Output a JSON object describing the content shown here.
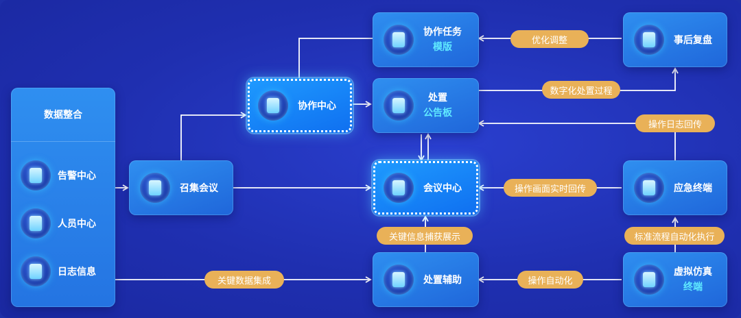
{
  "panel": {
    "title": "数据整合",
    "items": [
      {
        "label": "告警中心",
        "icon": "server-stack-icon"
      },
      {
        "label": "人员中心",
        "icon": "people-icon"
      },
      {
        "label": "日志信息",
        "icon": "server-stack-icon"
      }
    ]
  },
  "nodes": {
    "summon_meeting": {
      "label": "召集会议",
      "icon": "chat-icon"
    },
    "coop_center": {
      "label": "协作中心",
      "icon": "server-stack-icon"
    },
    "coop_template": {
      "line1": "协作任务",
      "line2": "模版",
      "icon": "document-icon"
    },
    "disposal_board": {
      "line1": "处置",
      "line2": "公告板",
      "icon": "board-icon"
    },
    "meeting_center": {
      "label": "会议中心",
      "icon": "people-group-icon"
    },
    "disposal_assist": {
      "label": "处置辅助",
      "icon": "shield-icon"
    },
    "post_review": {
      "label": "事后复盘",
      "icon": "puzzle-icon"
    },
    "emergency_terminal": {
      "label": "应急终端",
      "icon": "location-pin-icon"
    },
    "virtual_terminal": {
      "line1": "虚拟仿真",
      "line2": "终端",
      "icon": "server-stack-icon"
    }
  },
  "pills": {
    "optimize": "优化调整",
    "digital_process": "数字化处置过程",
    "op_log_return": "操作日志回传",
    "screen_return": "操作画面实时回传",
    "key_info": "关键信息捕获展示",
    "std_process": "标准流程自动化执行",
    "key_data": "关键数据集成",
    "auto_op": "操作自动化"
  },
  "colors": {
    "background": "#1f2fb0",
    "node": "#2f8ff0",
    "pill": "#e9b158",
    "accent_text": "#5fe9ff"
  }
}
